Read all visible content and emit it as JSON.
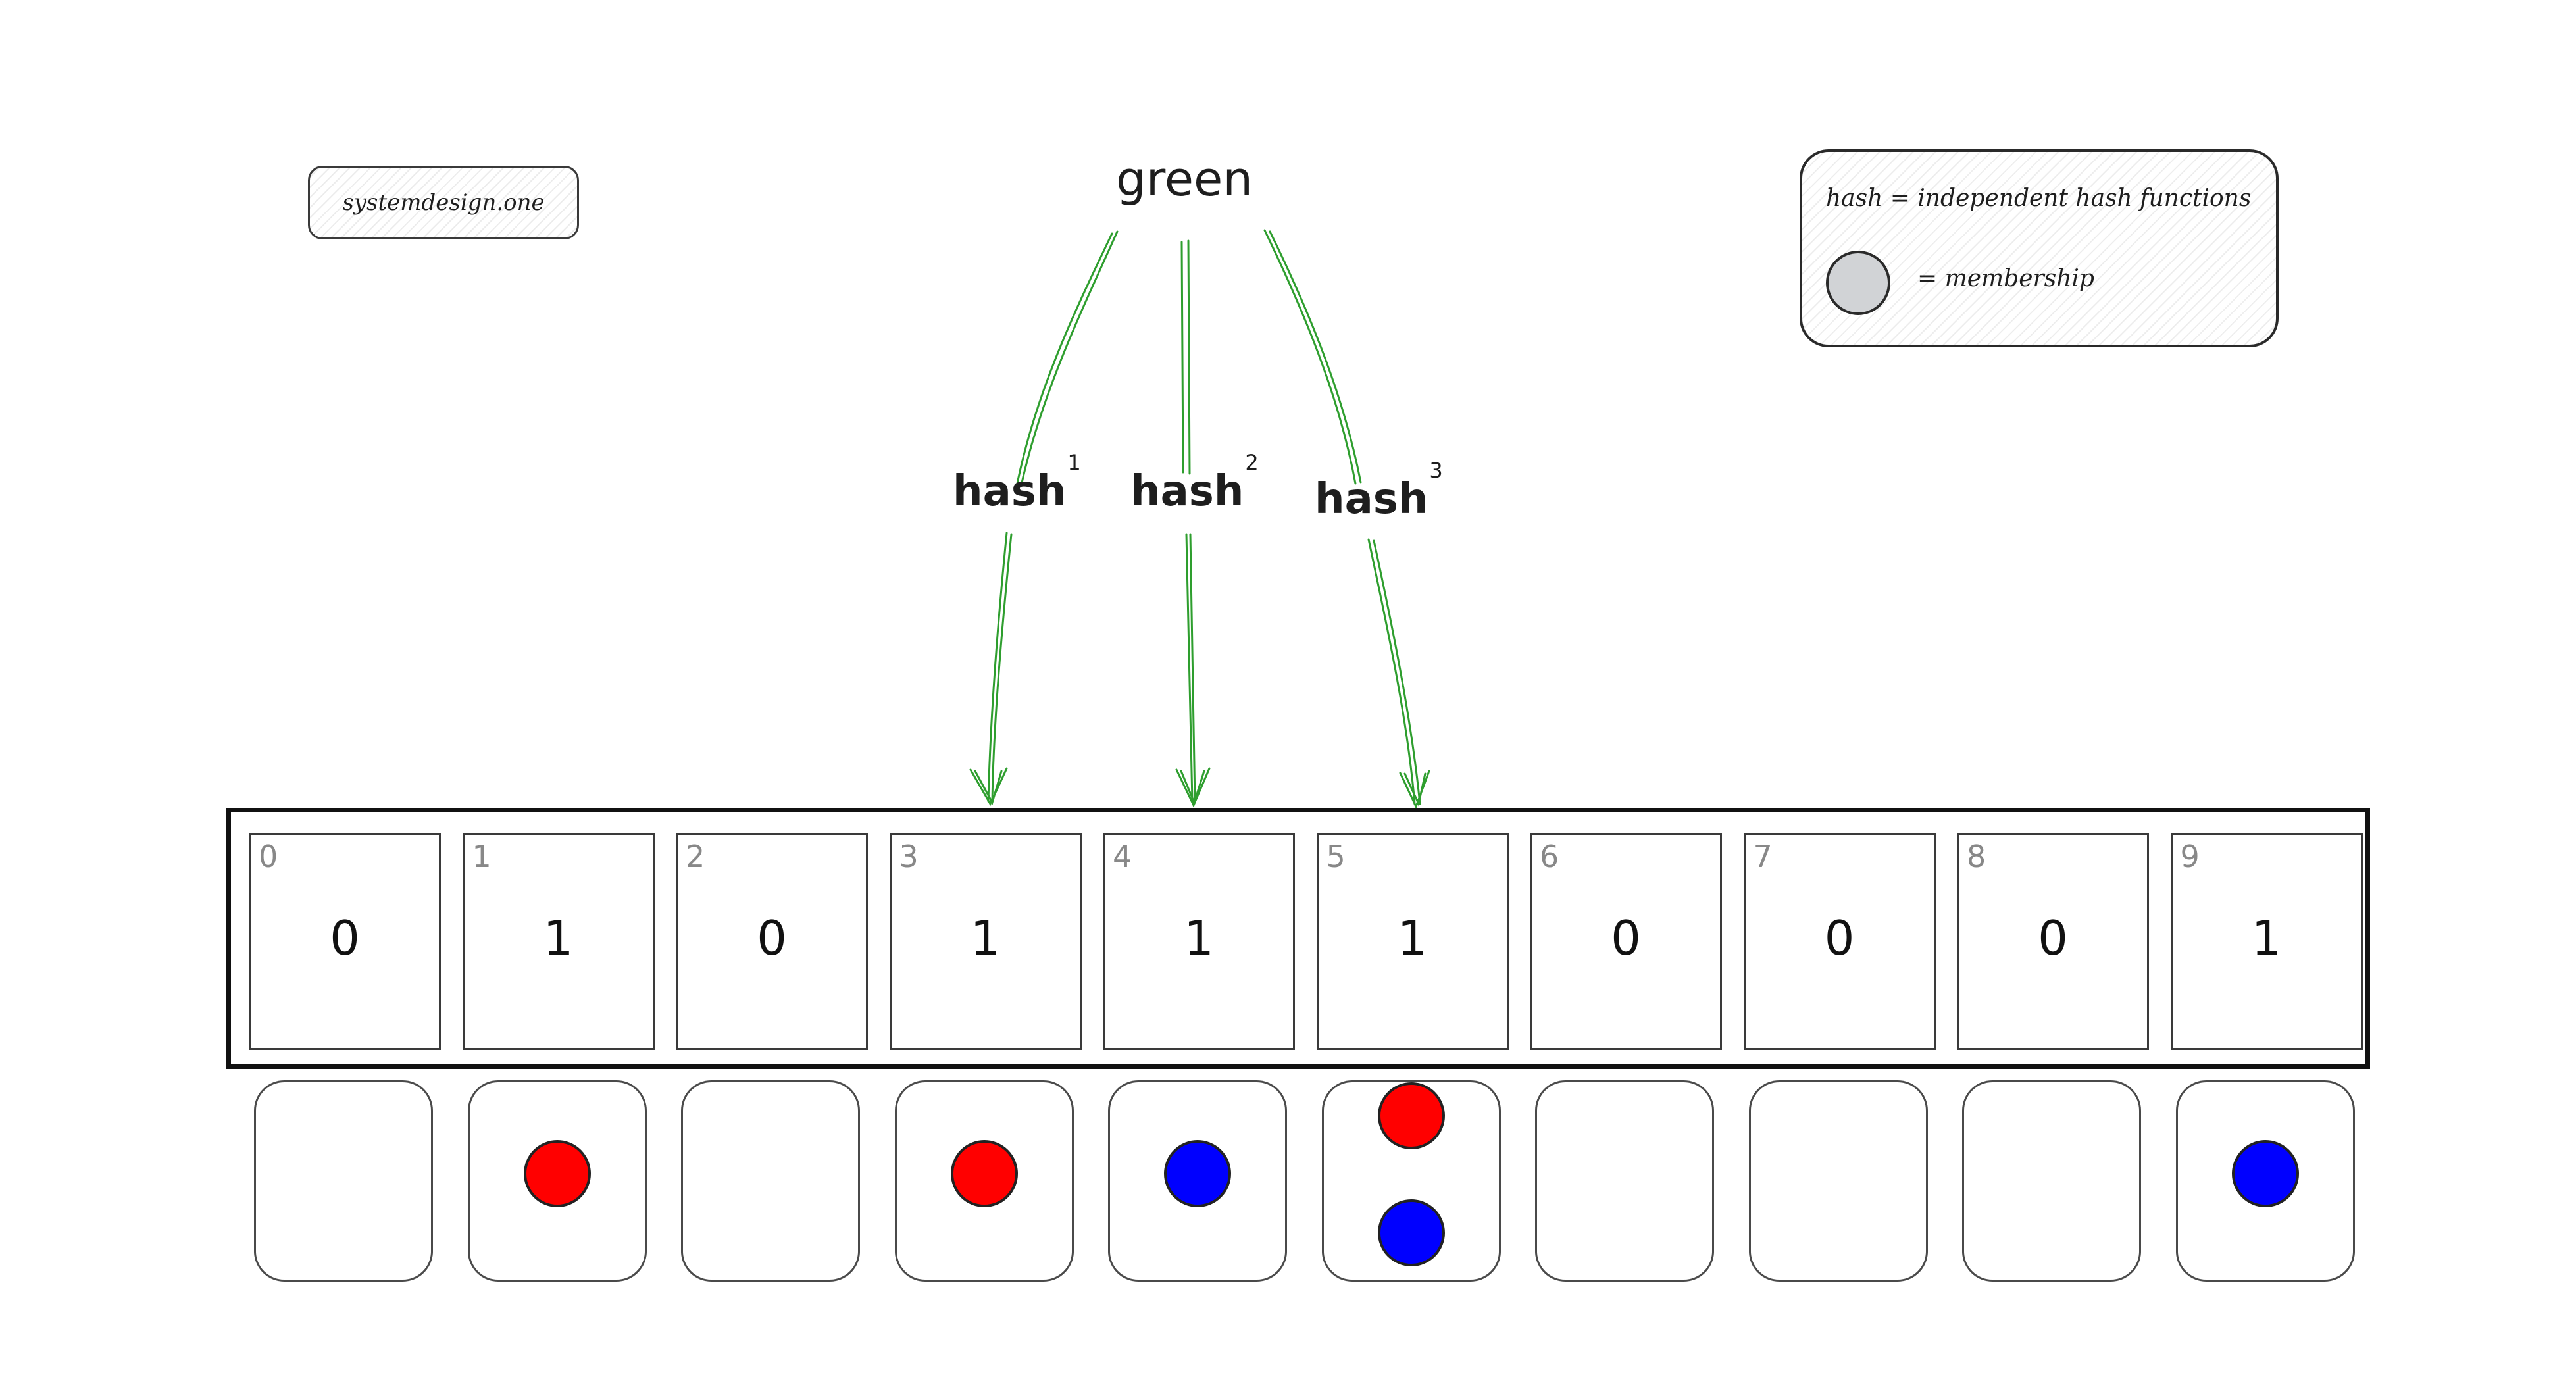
{
  "brand": "systemdesign.one",
  "legend": {
    "line1": "hash = independent hash functions",
    "line2": "= membership",
    "membership_color": "#d1d3d6"
  },
  "key": "green",
  "arrow_color": "#2e9e2e",
  "hashes": [
    {
      "label": "hash",
      "index": "1"
    },
    {
      "label": "hash",
      "index": "2"
    },
    {
      "label": "hash",
      "index": "3"
    }
  ],
  "cells": [
    {
      "index": "0",
      "bit": "0"
    },
    {
      "index": "1",
      "bit": "1"
    },
    {
      "index": "2",
      "bit": "0"
    },
    {
      "index": "3",
      "bit": "1"
    },
    {
      "index": "4",
      "bit": "1"
    },
    {
      "index": "5",
      "bit": "1"
    },
    {
      "index": "6",
      "bit": "0"
    },
    {
      "index": "7",
      "bit": "0"
    },
    {
      "index": "8",
      "bit": "0"
    },
    {
      "index": "9",
      "bit": "1"
    }
  ],
  "memberships": [
    [],
    [
      "red"
    ],
    [],
    [
      "red"
    ],
    [
      "blue"
    ],
    [
      "red",
      "blue"
    ],
    [],
    [],
    [],
    [
      "blue"
    ]
  ],
  "colors": {
    "red": "#ff0000",
    "blue": "#0000ff"
  }
}
